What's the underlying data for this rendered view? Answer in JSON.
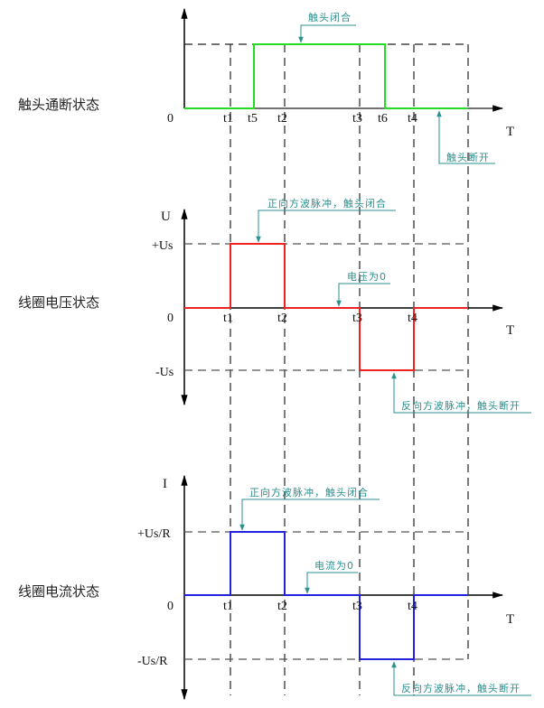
{
  "sections": [
    {
      "id": "contact",
      "label": "触头通断状态",
      "axis_y_name": "",
      "axis_x_name": "T",
      "zero": "0",
      "high_label": "",
      "low_label": "",
      "ticks": [
        "t1",
        "t5",
        "t2",
        "t3",
        "t6",
        "t4"
      ],
      "signal_color": "#22dd22",
      "annotations": [
        {
          "text": "触头闭合"
        },
        {
          "text": "触头断开"
        }
      ]
    },
    {
      "id": "voltage",
      "label": "线圈电压状态",
      "axis_y_name": "U",
      "axis_x_name": "T",
      "zero": "0",
      "high_label": "+Us",
      "low_label": "-Us",
      "ticks": [
        "t1",
        "t2",
        "t3",
        "t4"
      ],
      "signal_color": "#ee2222",
      "annotations": [
        {
          "text": "正向方波脉冲，触头闭合"
        },
        {
          "text": "电压为0"
        },
        {
          "text": "反向方波脉冲，触头断开"
        }
      ]
    },
    {
      "id": "current",
      "label": "线圈电流状态",
      "axis_y_name": "I",
      "axis_x_name": "T",
      "zero": "0",
      "high_label": "+Us/R",
      "low_label": "-Us/R",
      "ticks": [
        "t1",
        "t2",
        "t3",
        "t4"
      ],
      "signal_color": "#2222dd",
      "annotations": [
        {
          "text": "正向方波脉冲，触头闭合"
        },
        {
          "text": "电流为0"
        },
        {
          "text": "反向方波脉冲，触头断开"
        }
      ]
    }
  ],
  "colors": {
    "axis": "#000000",
    "dashed_guides": "#222222",
    "annotation": "#2a8f8f",
    "contact_signal": "#22dd22",
    "voltage_signal": "#ee2222",
    "current_signal": "#2222dd"
  },
  "chart_data": [
    {
      "type": "line",
      "title": "触头通断状态",
      "xlabel": "T",
      "ylabel": "",
      "x": [
        "0",
        "t5",
        "t5",
        "t6",
        "t6",
        "end"
      ],
      "values": [
        0,
        0,
        1,
        1,
        0,
        0
      ],
      "events": {
        "t5": "触头闭合 (rise)",
        "t6": "触头断开 (fall)"
      }
    },
    {
      "type": "line",
      "title": "线圈电压状态",
      "xlabel": "T",
      "ylabel": "U",
      "levels": [
        "+Us",
        "0",
        "-Us"
      ],
      "x": [
        "0",
        "t1",
        "t1",
        "t2",
        "t2",
        "t3",
        "t3",
        "t4",
        "t4",
        "end"
      ],
      "values": [
        "0",
        "0",
        "+Us",
        "+Us",
        "0",
        "0",
        "-Us",
        "-Us",
        "0",
        "0"
      ]
    },
    {
      "type": "line",
      "title": "线圈电流状态",
      "xlabel": "T",
      "ylabel": "I",
      "levels": [
        "+Us/R",
        "0",
        "-Us/R"
      ],
      "x": [
        "0",
        "t1",
        "t1",
        "t2",
        "t2",
        "t3",
        "t3",
        "t4",
        "t4",
        "end"
      ],
      "values": [
        "0",
        "0",
        "+Us/R",
        "+Us/R",
        "0",
        "0",
        "-Us/R",
        "-Us/R",
        "0",
        "0"
      ]
    }
  ]
}
